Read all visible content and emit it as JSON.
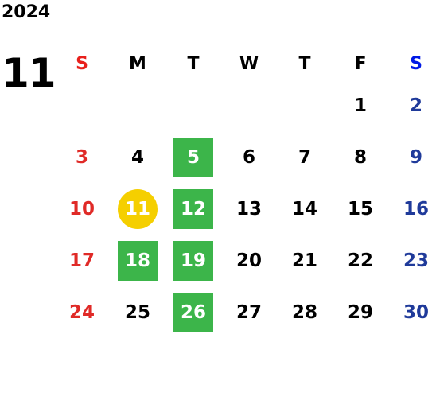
{
  "calendar": {
    "year": "2024",
    "month": "11",
    "weekday_headers": [
      "S",
      "M",
      "T",
      "W",
      "T",
      "F",
      "S"
    ],
    "colors": {
      "sunday_header": "#e8201c",
      "saturday_header": "#0019e6",
      "sunday_day": "#e02a27",
      "saturday_day": "#1f3a9a",
      "weekday": "#000000",
      "highlight_square": "#3cb54a",
      "highlight_circle": "#f5cf00"
    },
    "weeks": [
      [
        {
          "day": "",
          "highlight": "none"
        },
        {
          "day": "",
          "highlight": "none"
        },
        {
          "day": "",
          "highlight": "none"
        },
        {
          "day": "",
          "highlight": "none"
        },
        {
          "day": "",
          "highlight": "none"
        },
        {
          "day": "1",
          "highlight": "none"
        },
        {
          "day": "2",
          "highlight": "none"
        }
      ],
      [
        {
          "day": "3",
          "highlight": "none"
        },
        {
          "day": "4",
          "highlight": "none"
        },
        {
          "day": "5",
          "highlight": "square"
        },
        {
          "day": "6",
          "highlight": "none"
        },
        {
          "day": "7",
          "highlight": "none"
        },
        {
          "day": "8",
          "highlight": "none"
        },
        {
          "day": "9",
          "highlight": "none"
        }
      ],
      [
        {
          "day": "10",
          "highlight": "none"
        },
        {
          "day": "11",
          "highlight": "circle"
        },
        {
          "day": "12",
          "highlight": "square"
        },
        {
          "day": "13",
          "highlight": "none"
        },
        {
          "day": "14",
          "highlight": "none"
        },
        {
          "day": "15",
          "highlight": "none"
        },
        {
          "day": "16",
          "highlight": "none"
        }
      ],
      [
        {
          "day": "17",
          "highlight": "none"
        },
        {
          "day": "18",
          "highlight": "square"
        },
        {
          "day": "19",
          "highlight": "square"
        },
        {
          "day": "20",
          "highlight": "none"
        },
        {
          "day": "21",
          "highlight": "none"
        },
        {
          "day": "22",
          "highlight": "none"
        },
        {
          "day": "23",
          "highlight": "none"
        }
      ],
      [
        {
          "day": "24",
          "highlight": "none"
        },
        {
          "day": "25",
          "highlight": "none"
        },
        {
          "day": "26",
          "highlight": "square"
        },
        {
          "day": "27",
          "highlight": "none"
        },
        {
          "day": "28",
          "highlight": "none"
        },
        {
          "day": "29",
          "highlight": "none"
        },
        {
          "day": "30",
          "highlight": "none"
        }
      ]
    ]
  }
}
